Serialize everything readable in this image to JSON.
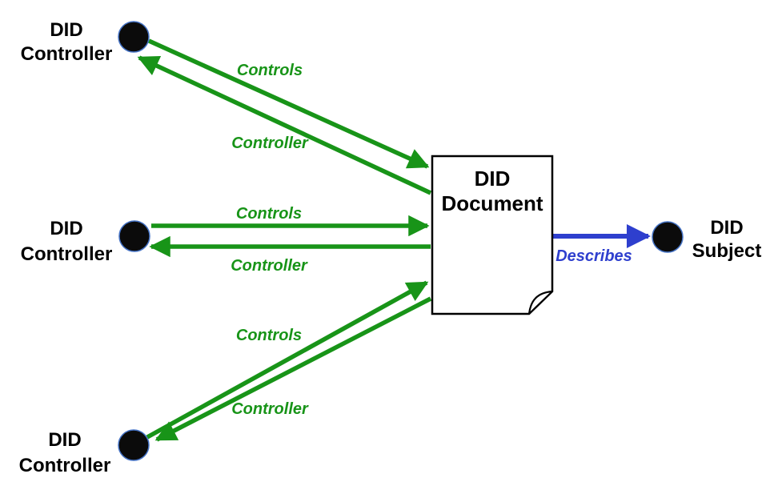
{
  "diagram": {
    "background": "#FFFFFF",
    "colors": {
      "edge_green": "#189418",
      "edge_blue": "#2E3FCE",
      "node_fill": "#0B0B0B",
      "node_outline": "#4472C4",
      "document_fill": "#FFFFFF",
      "document_border": "#000000",
      "text": "#000000"
    },
    "nodes": {
      "controllers": [
        {
          "line1": "DID",
          "line2": "Controller"
        },
        {
          "line1": "DID",
          "line2": "Controller"
        },
        {
          "line1": "DID",
          "line2": "Controller"
        }
      ],
      "document": {
        "line1": "DID",
        "line2": "Document"
      },
      "subject": {
        "line1": "DID",
        "line2": "Subject"
      }
    },
    "edges": {
      "pairs": [
        {
          "controls": "Controls",
          "controller": "Controller"
        },
        {
          "controls": "Controls",
          "controller": "Controller"
        },
        {
          "controls": "Controls",
          "controller": "Controller"
        }
      ],
      "describes": "Describes"
    }
  }
}
